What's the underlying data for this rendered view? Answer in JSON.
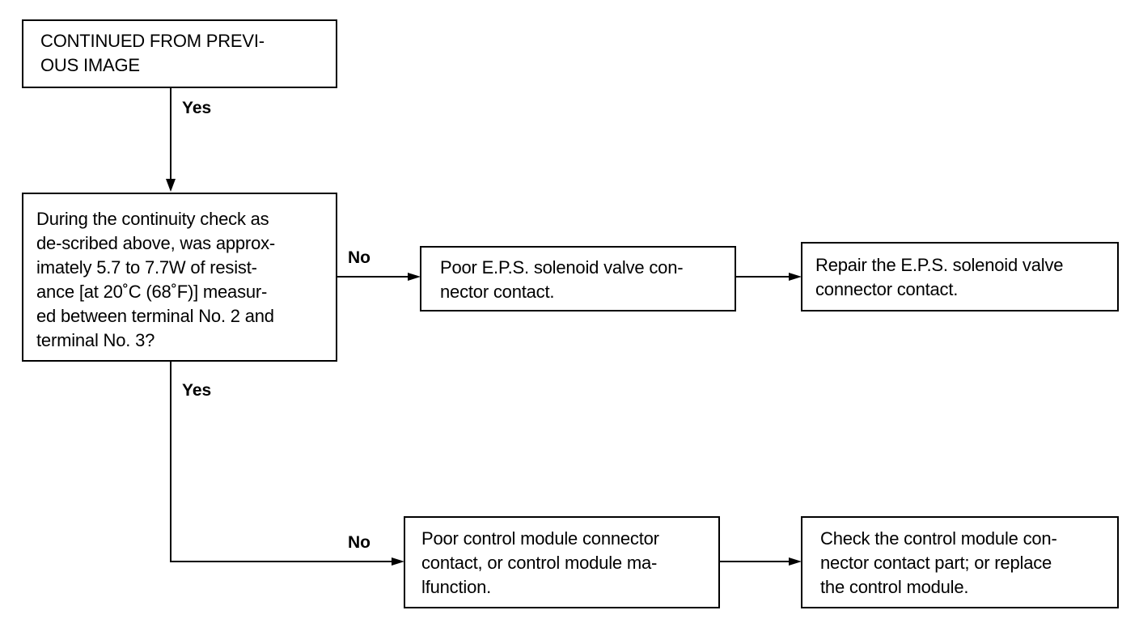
{
  "nodes": {
    "continued": "CONTINUED FROM PREVI-\nOUS IMAGE",
    "continuity_question": "During the continuity check as\nde-scribed above, was approx-\nimately 5.7 to 7.7W of resist-\nance [at 20˚C (68˚F)] measur-\ned between terminal No. 2 and\nterminal No. 3?",
    "poor_solenoid_contact": "Poor E.P.S. solenoid valve con-\nnector contact.",
    "repair_solenoid_contact": "Repair the E.P.S. solenoid valve\nconnector contact.",
    "poor_control_module": "Poor control module connector\ncontact, or control module ma-\nlfunction.",
    "check_control_module": "Check the control module con-\nnector contact part; or replace\nthe control module."
  },
  "edge_labels": {
    "yes_top": "Yes",
    "no_middle": "No",
    "yes_bottom": "Yes",
    "no_bottom": "No"
  }
}
